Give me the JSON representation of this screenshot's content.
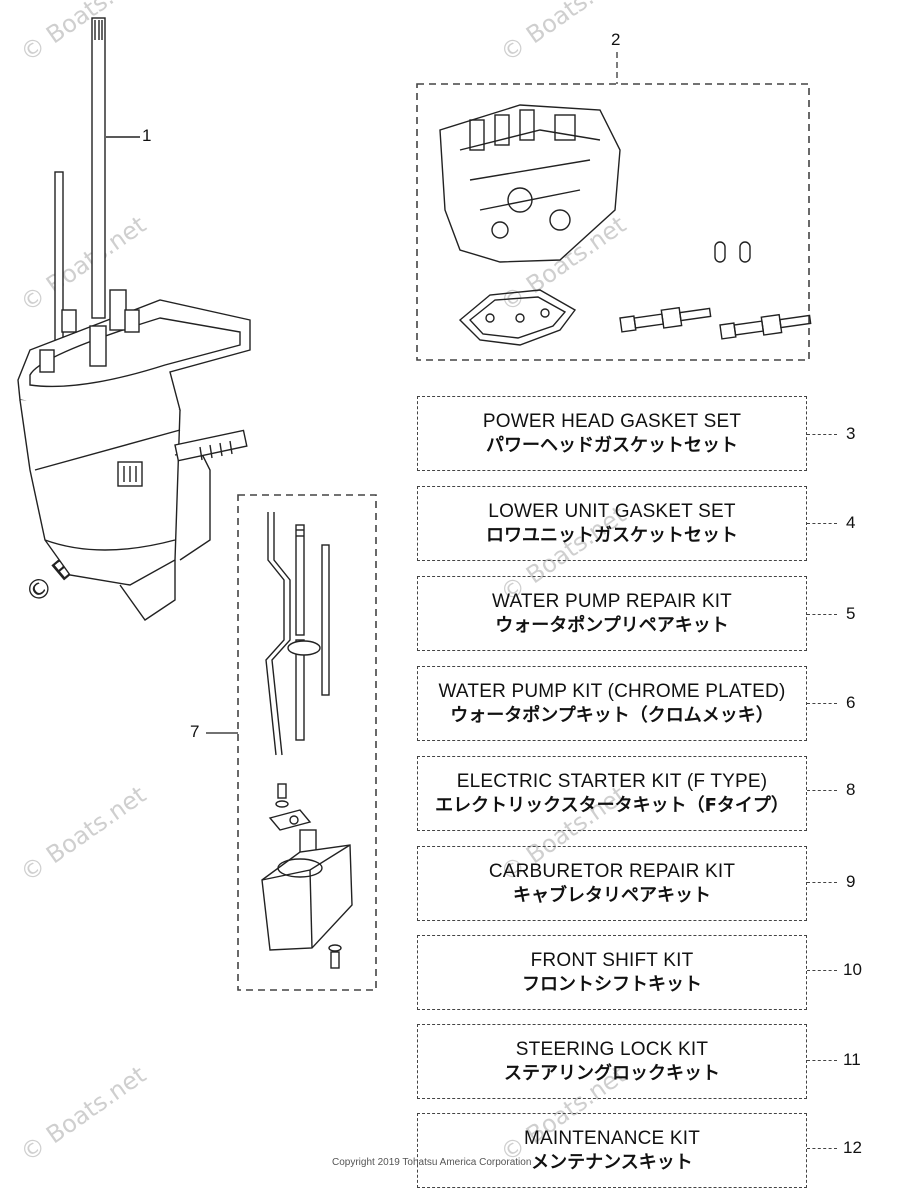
{
  "watermark": "© Boats.net",
  "copyright": "Copyright 2019 Tohatsu America Corporation",
  "callouts": {
    "c1": "1",
    "c2": "2",
    "c7": "7"
  },
  "kits": [
    {
      "en": "POWER HEAD GASKET SET",
      "jp": "パワーヘッドガスケットセット",
      "num": "3"
    },
    {
      "en": "LOWER UNIT GASKET SET",
      "jp": "ロワユニットガスケットセット",
      "num": "4"
    },
    {
      "en": "WATER PUMP REPAIR KIT",
      "jp": "ウォータポンプリペアキット",
      "num": "5"
    },
    {
      "en": "WATER PUMP KIT (CHROME PLATED)",
      "jp": "ウォータポンプキット（クロムメッキ）",
      "num": "6"
    },
    {
      "en": "ELECTRIC STARTER KIT (F TYPE)",
      "jp": "エレクトリックスタータキット（Fタイプ）",
      "num": "8"
    },
    {
      "en": "CARBURETOR REPAIR KIT",
      "jp": "キャブレタリペアキット",
      "num": "9"
    },
    {
      "en": "FRONT SHIFT KIT",
      "jp": "フロントシフトキット",
      "num": "10"
    },
    {
      "en": "STEERING LOCK KIT",
      "jp": "ステアリングロックキット",
      "num": "11"
    },
    {
      "en": "MAINTENANCE KIT",
      "jp": "メンテナンスキット",
      "num": "12"
    }
  ]
}
